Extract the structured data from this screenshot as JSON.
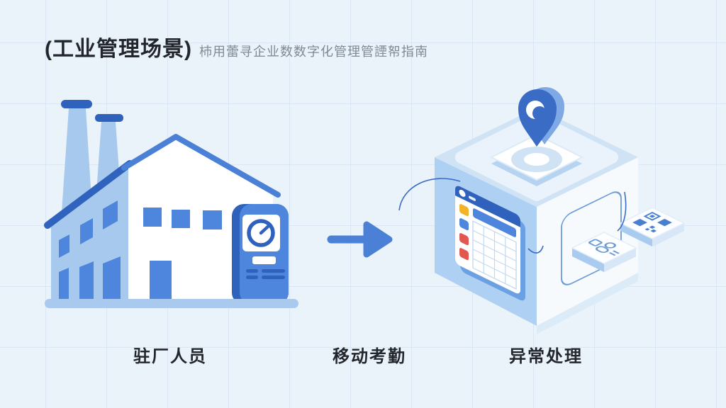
{
  "header": {
    "title": "(工业管理场景)",
    "subtitle": "杮用蕾寻企业数数字化管理管諲帤指南"
  },
  "flow": {
    "steps": [
      {
        "id": "factory-staff",
        "label": "驻厂人员"
      },
      {
        "id": "mobile-attendance",
        "label": "移动考勤"
      },
      {
        "id": "exception-handling",
        "label": "异常处理"
      }
    ]
  },
  "icons": {
    "factory": "factory-building-icon",
    "kiosk": "attendance-kiosk-icon",
    "gauge": "clock-gauge-icon",
    "arrow": "right-arrow-icon",
    "pin": "location-pin-icon",
    "window": "attendance-table-window-icon",
    "people_tile": "staff-card-icon",
    "qr_tile": "qr-code-card-icon"
  },
  "colors": {
    "background": "#eaf2fa",
    "grid_line": "#d7e5f2",
    "title_text": "#22262c",
    "subtitle_text": "#7f8a94",
    "label_text": "#23272d",
    "light_blue": "#a9c9ee",
    "medium_blue": "#4d86dc",
    "dark_blue": "#2e62bd",
    "pin_blue": "#3a6cc6",
    "cube_left_face": "#aed0f2",
    "cube_top_face": "#e3eef9",
    "cube_right_face": "#f6fafd",
    "accent_yellow": "#f2b32a",
    "accent_red": "#e2574f"
  }
}
